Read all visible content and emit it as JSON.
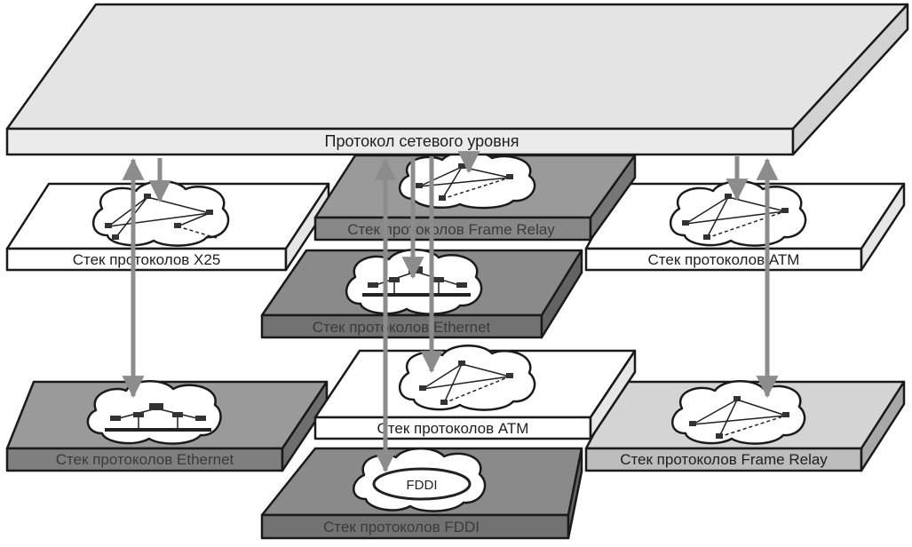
{
  "network_layer": {
    "label": "Протокол сетевого уровня"
  },
  "stacks": [
    {
      "id": "x25",
      "label": "Стек протоколов X25"
    },
    {
      "id": "frame-relay-upper",
      "label": "Стек протоколов Frame Relay"
    },
    {
      "id": "atm-upper",
      "label": "Стек протоколов ATM"
    },
    {
      "id": "ethernet-middle",
      "label": "Стек протоколов Ethernet"
    },
    {
      "id": "atm-lower",
      "label": "Стек протоколов ATM"
    },
    {
      "id": "ethernet-lower",
      "label": "Стек протоколов Ethernet"
    },
    {
      "id": "frame-relay-lower",
      "label": "Стек протоколов Frame Relay"
    },
    {
      "id": "fddi",
      "label": "Стек протоколов FDDI",
      "ring_label": "FDDI"
    }
  ],
  "colors": {
    "network_layer_top": "#e4e4e4",
    "network_layer_front": "#ebebeb",
    "white_slab": "#ffffff",
    "light_slab": "#d4d4d4",
    "mid_slab": "#9a9a9a",
    "dark_slab": "#8a8a8a",
    "arrow": "#8c8c8c"
  }
}
